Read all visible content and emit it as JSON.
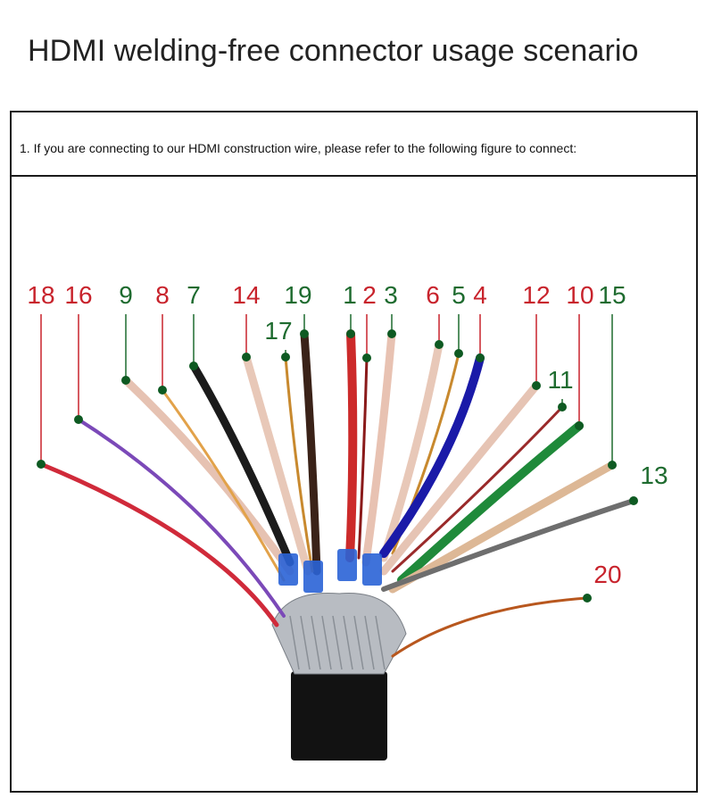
{
  "title": "HDMI welding-free connector usage scenario",
  "note": "1. If you are connecting to our HDMI construction wire, please refer to the following figure to connect:",
  "figure": {
    "pin_labels": [
      {
        "text": "18",
        "color": "#c8232c"
      },
      {
        "text": "16",
        "color": "#c8232c"
      },
      {
        "text": "9",
        "color": "#1e6b2f"
      },
      {
        "text": "8",
        "color": "#c8232c"
      },
      {
        "text": "7",
        "color": "#1e6b2f"
      },
      {
        "text": "14",
        "color": "#c8232c"
      },
      {
        "text": "19",
        "color": "#1e6b2f"
      },
      {
        "text": "17",
        "color": "#1e6b2f"
      },
      {
        "text": "1",
        "color": "#1e6b2f"
      },
      {
        "text": "2",
        "color": "#c8232c"
      },
      {
        "text": "3",
        "color": "#1e6b2f"
      },
      {
        "text": "6",
        "color": "#c8232c"
      },
      {
        "text": "5",
        "color": "#1e6b2f"
      },
      {
        "text": "4",
        "color": "#c8232c"
      },
      {
        "text": "12",
        "color": "#c8232c"
      },
      {
        "text": "10",
        "color": "#c8232c"
      },
      {
        "text": "15",
        "color": "#1e6b2f"
      },
      {
        "text": "11",
        "color": "#1e6b2f"
      },
      {
        "text": "13",
        "color": "#1e6b2f"
      },
      {
        "text": "20",
        "color": "#c8232c"
      }
    ],
    "wire_colors": {
      "18": "#d02a3a",
      "16": "#7b49b8",
      "9": "#e6c2b2",
      "8": "#e2a24a",
      "7": "#1b1b1b",
      "14": "#e8c8b8",
      "19": "#3a2218",
      "17": "#c8892e",
      "1": "#cc2a2a",
      "2": "#8a1a1a",
      "3": "#e8c2b2",
      "6": "#e8c8b8",
      "5": "#c8892e",
      "4": "#1a1aa8",
      "12": "#e6c4b4",
      "11": "#9a2a2a",
      "10": "#1f8a3a",
      "15": "#ddb896",
      "13": "#6e6e6e",
      "20": "#b8571e"
    },
    "marker_color": "#0e5a22",
    "jacket_color": "#121212",
    "shield_color": "#2a63d6"
  }
}
